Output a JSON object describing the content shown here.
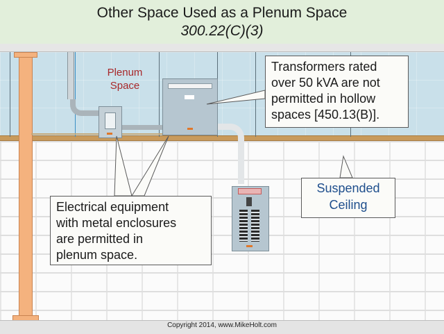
{
  "header": {
    "title": "Other Space Used as a Plenum Space",
    "subtitle": "300.22(C)(3)",
    "background": "#e2efdb"
  },
  "diagram": {
    "plenum_label": {
      "line1": "Plenum",
      "line2": "Space",
      "color": "#a8282a"
    },
    "callouts": {
      "transformer": {
        "lines": [
          "Transformers rated",
          "over 50 kVA are not",
          "permitted in hollow",
          "spaces [450.13(B)]."
        ]
      },
      "equipment": {
        "lines": [
          "Electrical equipment",
          "with metal enclosures",
          "are permitted in",
          "plenum space."
        ]
      },
      "ceiling": {
        "lines": [
          "Suspended",
          "Ceiling"
        ],
        "color": "#1e4e8c"
      }
    },
    "components": [
      "transformer",
      "disconnect-switch",
      "panelboard",
      "flexible-conduit",
      "emt-conduit",
      "steel-column",
      "ceiling-hanger-wires"
    ],
    "colors": {
      "plenum": "#c9e0ea",
      "column": "#f4b27e",
      "ceiling_rail": "#c89a5c",
      "enclosure": "#b6c6d0"
    }
  },
  "footer": {
    "copyright": "Copyright 2014, www.MikeHolt.com"
  }
}
